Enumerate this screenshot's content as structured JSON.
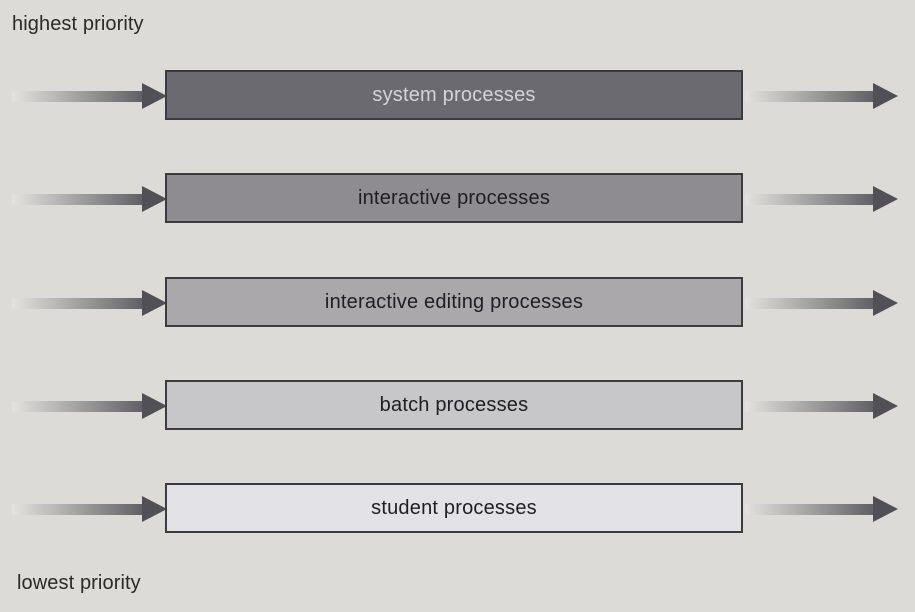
{
  "labels": {
    "highest": "highest priority",
    "lowest": "lowest priority"
  },
  "queues": [
    {
      "label": "system processes"
    },
    {
      "label": "interactive processes"
    },
    {
      "label": "interactive editing processes"
    },
    {
      "label": "batch processes"
    },
    {
      "label": "student processes"
    }
  ],
  "colors": {
    "background": "#dddbd7",
    "queue_fills": [
      "#6a6a70",
      "#8e8c90",
      "#aaa8ab",
      "#c7c6c8",
      "#e3e2e6"
    ],
    "arrow_head": "#505056"
  }
}
